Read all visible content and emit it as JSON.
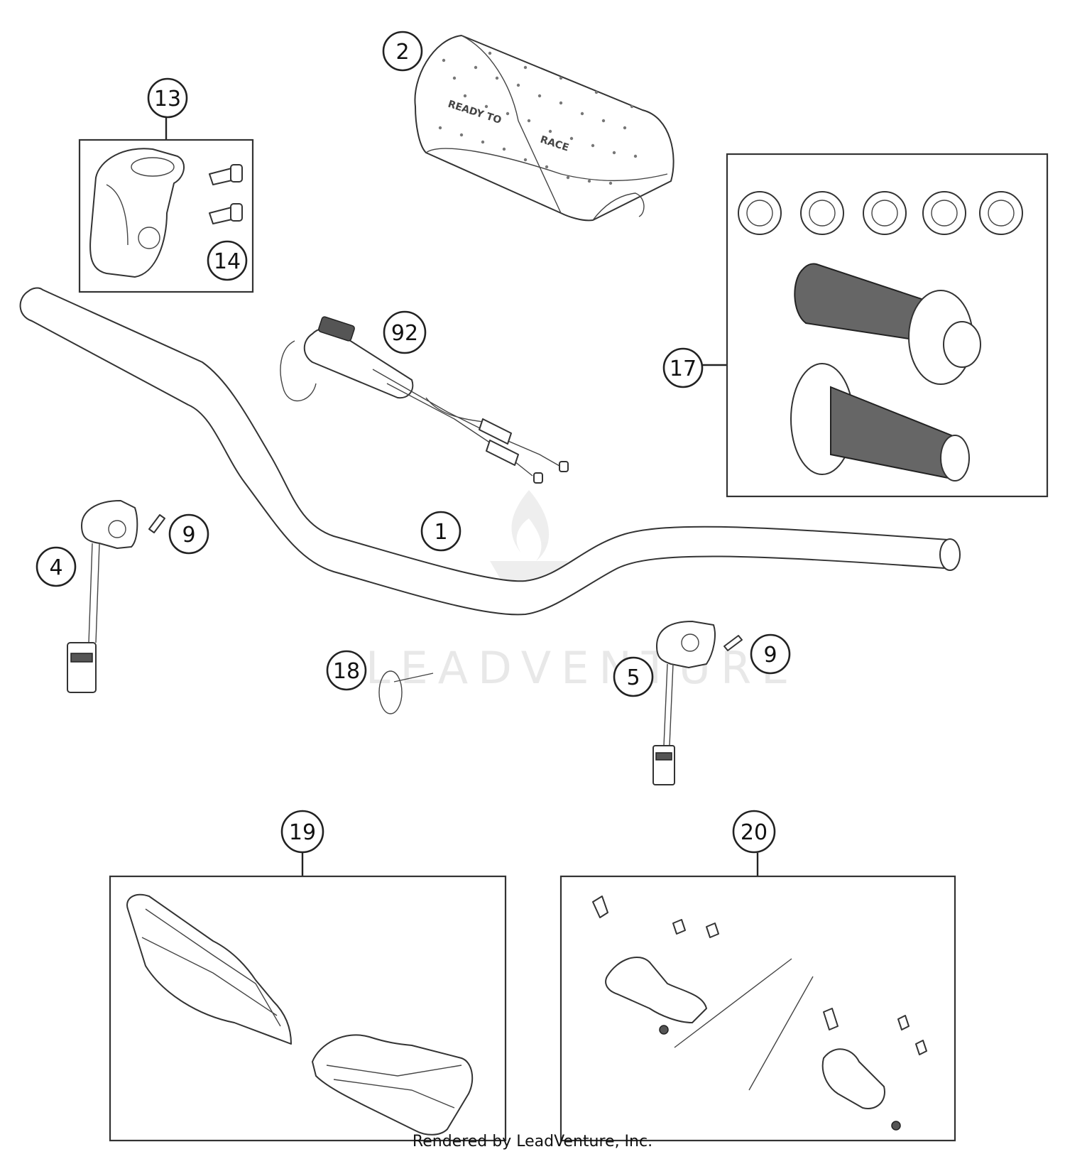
{
  "callouts": {
    "c1": "1",
    "c2": "2",
    "c4": "4",
    "c5": "5",
    "c9a": "9",
    "c9b": "9",
    "c13": "13",
    "c14": "14",
    "c17": "17",
    "c18": "18",
    "c19": "19",
    "c20": "20",
    "c92": "92"
  },
  "pad_print": {
    "left": "READY TO",
    "right": "RACE"
  },
  "watermark": "LEADVENTURE",
  "footer": "Rendered by LeadVenture, Inc."
}
